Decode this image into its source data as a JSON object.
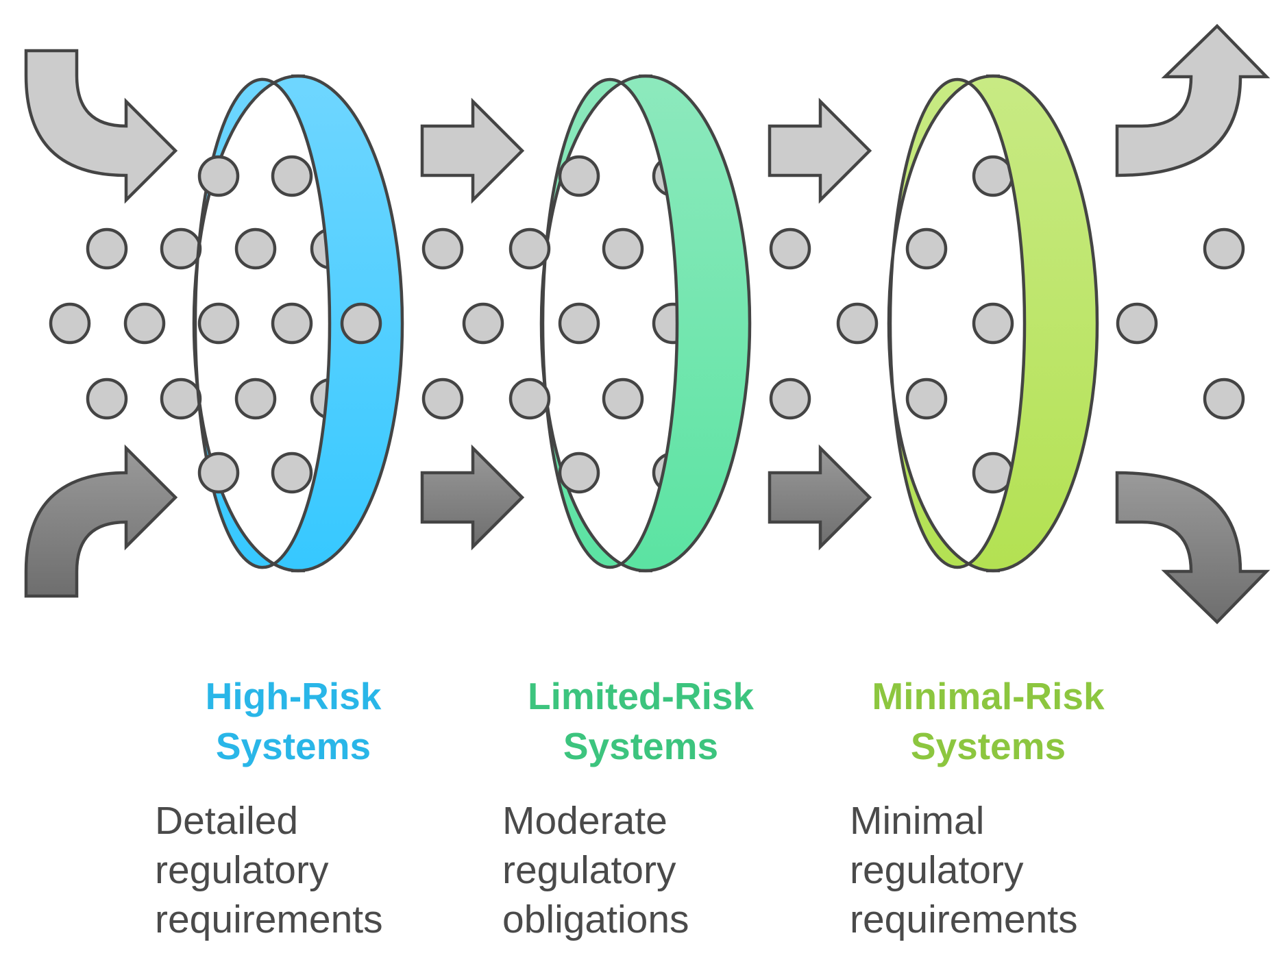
{
  "stages": [
    {
      "title_line1": "High-Risk",
      "title_line2": "Systems",
      "desc_line1": "Detailed",
      "desc_line2": "regulatory",
      "desc_line3": "requirements",
      "color": "#29b6e8",
      "ring_top": "#6fd6ff",
      "ring_bottom": "#36c8ff"
    },
    {
      "title_line1": "Limited-Risk",
      "title_line2": "Systems",
      "desc_line1": "Moderate",
      "desc_line2": "regulatory",
      "desc_line3": "obligations",
      "color": "#3cc47e",
      "ring_top": "#8de9bd",
      "ring_bottom": "#5be3a2"
    },
    {
      "title_line1": "Minimal-Risk",
      "title_line2": "Systems",
      "desc_line1": "Minimal",
      "desc_line2": "regulatory",
      "desc_line3": "requirements",
      "color": "#8cc63f",
      "ring_top": "#c8ea84",
      "ring_bottom": "#b3e152"
    }
  ],
  "colors": {
    "arrow_light": "#cccccc",
    "arrow_dark_top": "#9a9a9a",
    "arrow_dark_bottom": "#6e6e6e",
    "dot_fill": "#cccccc",
    "outline": "#444444",
    "text": "#4a4a4a"
  }
}
